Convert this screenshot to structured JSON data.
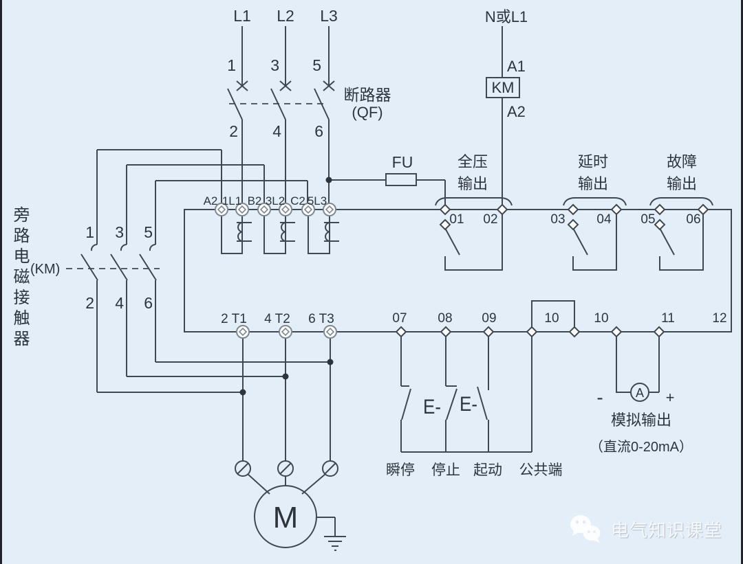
{
  "colors": {
    "background": "#e3eef9",
    "line": "#3f474f",
    "text": "#2e343b",
    "terminal_gray": "#7e8893",
    "watermark": "#ffffff"
  },
  "power": {
    "l1": "L1",
    "l2": "L2",
    "l3": "L3",
    "neutral": "N或L1"
  },
  "breaker": {
    "title": "断路器",
    "subtitle": "(QF)",
    "top_poles": [
      "1",
      "3",
      "5"
    ],
    "bottom_poles": [
      "2",
      "4",
      "6"
    ]
  },
  "km_coil": {
    "a1": "A1",
    "label": "KM",
    "a2": "A2"
  },
  "bypass": {
    "title_vertical": "旁路电磁接触器",
    "label": "(KM)",
    "top_poles": [
      "1",
      "3",
      "5"
    ],
    "bottom_poles": [
      "2",
      "4",
      "6"
    ]
  },
  "fuse": {
    "label": "FU"
  },
  "starter": {
    "input_terminals": [
      "A2",
      "1L1",
      "B2",
      "3L2",
      "C2",
      "5L3"
    ],
    "output_terminals": [
      "01",
      "02",
      "03",
      "04",
      "05",
      "06"
    ],
    "output_groups": [
      {
        "line1": "全压",
        "line2": "输出"
      },
      {
        "line1": "延时",
        "line2": "输出"
      },
      {
        "line1": "故障",
        "line2": "输出"
      }
    ],
    "motor_terminals": [
      "2 T1",
      "4 T2",
      "6 T3"
    ],
    "control_terminals": [
      "07",
      "08",
      "09"
    ],
    "common_box": "10",
    "analog_terminals": [
      "10",
      "11",
      "12"
    ]
  },
  "controls": {
    "instant_stop": "瞬停",
    "stop": "停止",
    "start": "起动",
    "common": "公共端",
    "actuator": "E-"
  },
  "analog": {
    "minus": "-",
    "plus": "+",
    "meter": "A",
    "label": "模拟输出",
    "range": "（直流0-20mA）"
  },
  "motor": {
    "label": "M"
  },
  "watermark": {
    "text": "电气知识课堂"
  }
}
